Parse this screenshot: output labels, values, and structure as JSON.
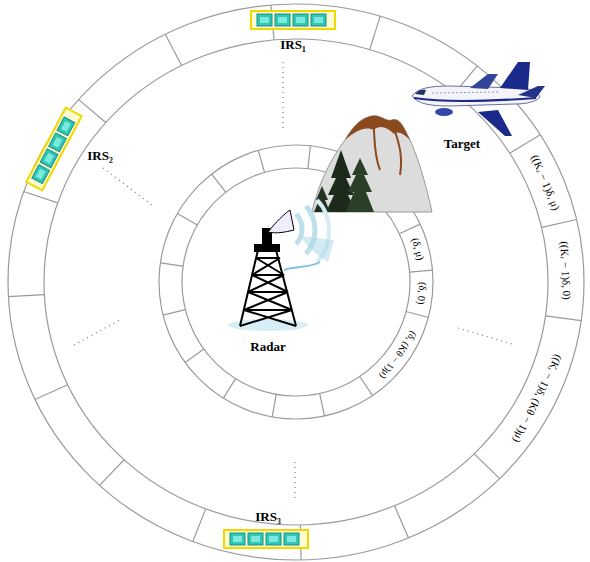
{
  "diagram": {
    "labels": [
      "IRS₁",
      "IRS₂",
      "IRS₃",
      "Target",
      "Radar",
      "(δ, μ)",
      "(δ, 0)",
      "(δ, (Kθ − 1)μ)",
      "((Kᵣ − 1)δ, μ)",
      "((Kᵣ − 1)δ, 0)",
      "((Kᵣ − 1)δ, (Kθ − 1)μ)"
    ]
  }
}
